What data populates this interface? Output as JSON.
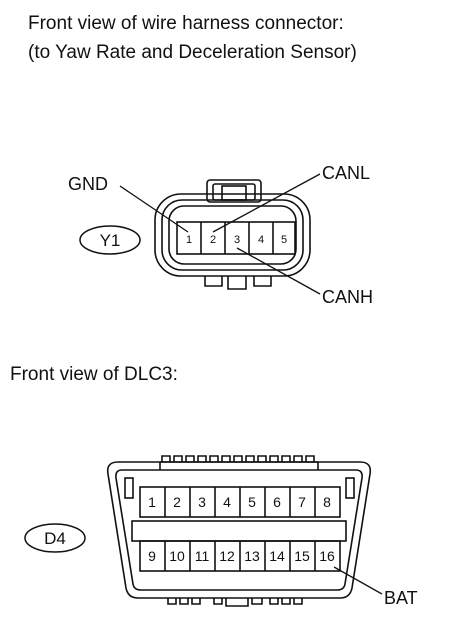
{
  "heading_y1_line1": "Front view of wire harness connector:",
  "heading_y1_line2": "(to Yaw Rate and Deceleration Sensor)",
  "heading_d4": "Front view of DLC3:",
  "y1": {
    "tag": "Y1",
    "pins": [
      "1",
      "2",
      "3",
      "4",
      "5"
    ],
    "labels": {
      "gnd": "GND",
      "canl": "CANL",
      "canh": "CANH"
    }
  },
  "d4": {
    "tag": "D4",
    "top_pins": [
      "1",
      "2",
      "3",
      "4",
      "5",
      "6",
      "7",
      "8"
    ],
    "bottom_pins": [
      "9",
      "10",
      "11",
      "12",
      "13",
      "14",
      "15",
      "16"
    ],
    "labels": {
      "bat": "BAT"
    }
  }
}
